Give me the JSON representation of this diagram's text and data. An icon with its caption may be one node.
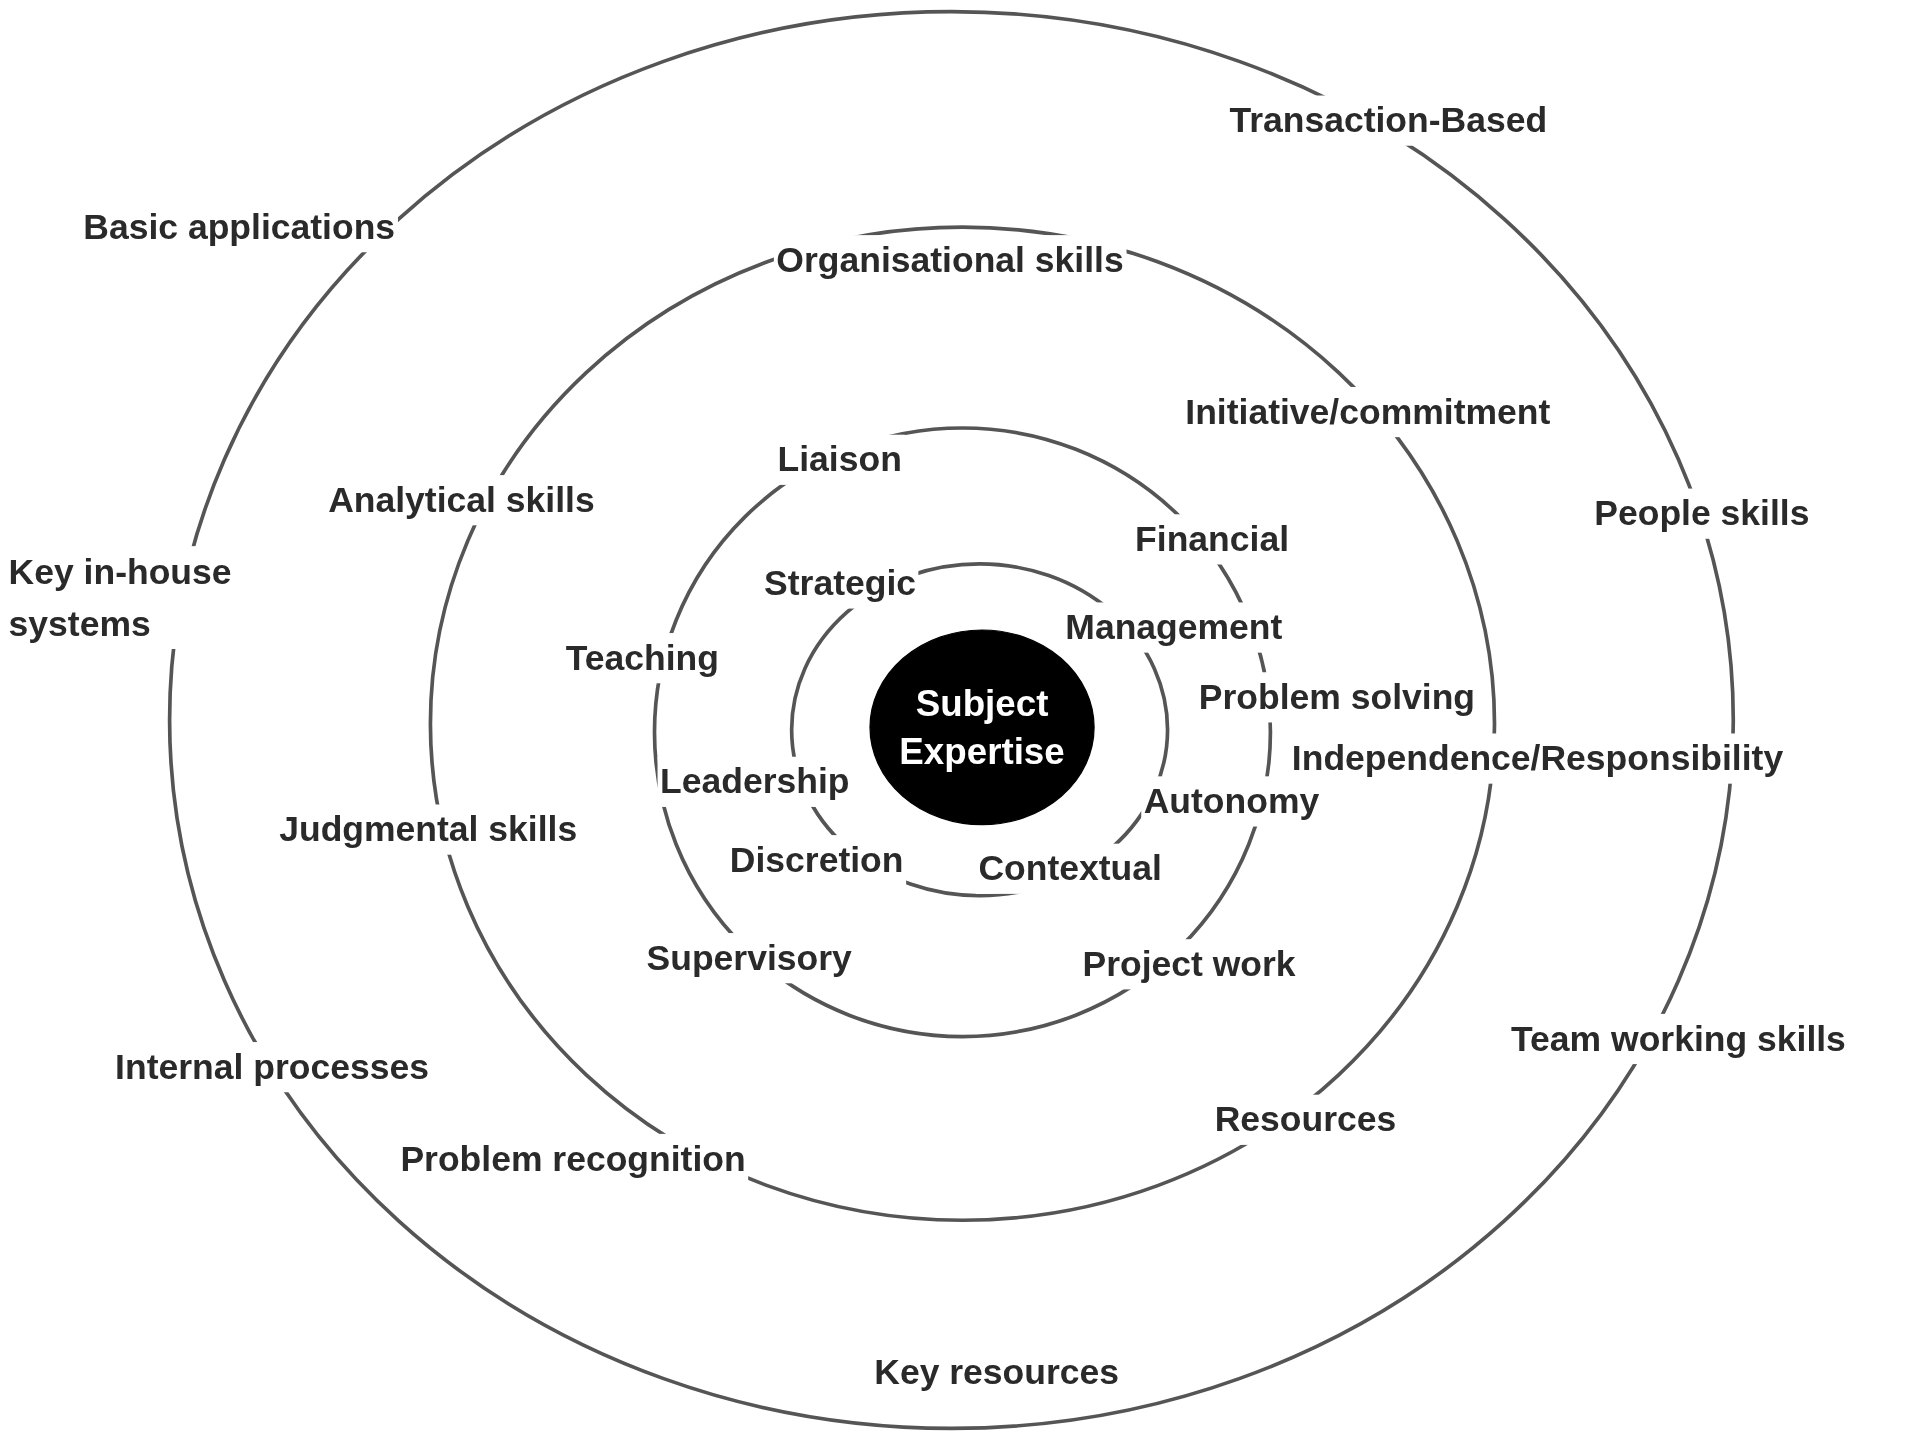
{
  "diagram": {
    "nodes": [
      {
        "text": [],
        "shape": "circle"
      },
      {
        "text": [],
        "shape": "circle",
        "in": 0
      },
      {
        "text": [],
        "shape": "circle",
        "in": 1
      },
      {
        "text": [],
        "shape": "circle",
        "in": 2
      },
      {
        "text": [
          "Subject Expertise"
        ],
        "in": 3
      }
    ],
    "edges": [],
    "labels": [
      "Transaction-Based",
      "Basic applications",
      "Organisational skills",
      "Initiative/commitment",
      "Liaison",
      "Analytical skills",
      "People skills",
      "Financial",
      "Key in-house systems",
      "Strategic",
      "Management",
      "Teaching",
      "Problem solving",
      "Independence/Responsibility",
      "Leadership",
      "Autonomy",
      "Judgmental skills",
      "Discretion",
      "Contextual",
      "Supervisory",
      "Project work",
      "Team working skills",
      "Internal processes",
      "Resources",
      "Problem recognition",
      "Key resources"
    ]
  }
}
